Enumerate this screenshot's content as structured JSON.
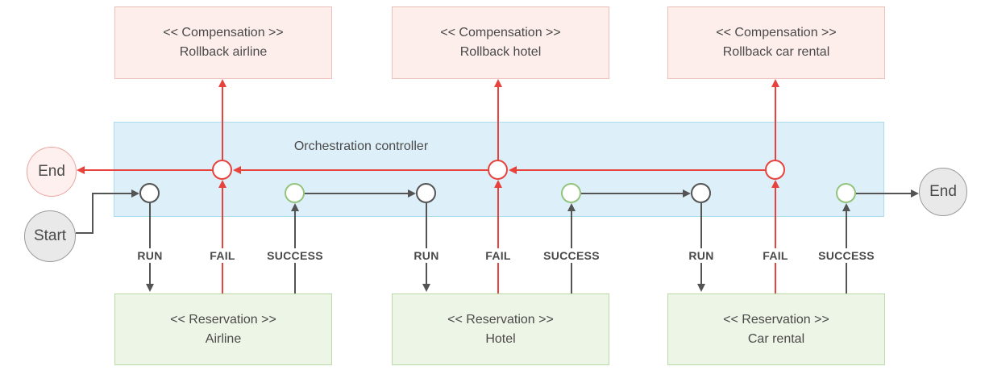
{
  "controller": {
    "label": "Orchestration controller"
  },
  "compensations": [
    {
      "stereotype": "<< Compensation >>",
      "name": "Rollback airline"
    },
    {
      "stereotype": "<< Compensation >>",
      "name": "Rollback hotel"
    },
    {
      "stereotype": "<< Compensation >>",
      "name": "Rollback car rental"
    }
  ],
  "reservations": [
    {
      "stereotype": "<< Reservation >>",
      "name": "Airline"
    },
    {
      "stereotype": "<< Reservation >>",
      "name": "Hotel"
    },
    {
      "stereotype": "<< Reservation >>",
      "name": "Car rental"
    }
  ],
  "lane_labels": {
    "run": "RUN",
    "fail": "FAIL",
    "success": "SUCCESS"
  },
  "terminals": {
    "start": "Start",
    "end_left": "End",
    "end_right": "End"
  },
  "colors": {
    "compensation_fill": "#fdeeec",
    "compensation_border": "#eec0ba",
    "reservation_fill": "#edf5e6",
    "reservation_border": "#bcd9a8",
    "controller_fill": "#ddf0fa",
    "controller_border": "#aadcf0",
    "fail_red": "#e8423d",
    "flow_gray": "#545454",
    "success_node_green": "#93c47d",
    "terminal_gray_fill": "#e9e9e9",
    "terminal_gray_border": "#9a9a9a",
    "terminal_pink_fill": "#fdf0ee",
    "terminal_pink_border": "#eba49e",
    "text": "#4a4a4a"
  }
}
